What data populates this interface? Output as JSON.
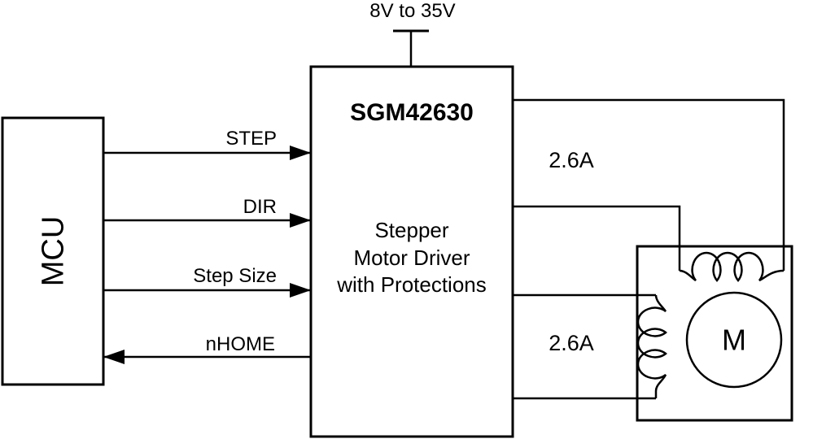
{
  "diagram": {
    "power": {
      "label": "8V to 35V"
    },
    "mcu": {
      "label": "MCU"
    },
    "driver": {
      "part_number": "SGM42630",
      "description": [
        "Stepper",
        "Motor Driver",
        "with Protections"
      ]
    },
    "signals": {
      "step": {
        "label": "STEP",
        "direction": "mcu-to-driver"
      },
      "dir": {
        "label": "DIR",
        "direction": "mcu-to-driver"
      },
      "step_size": {
        "label": "Step Size",
        "direction": "mcu-to-driver"
      },
      "nhome": {
        "label": "nHOME",
        "direction": "driver-to-mcu"
      }
    },
    "outputs": {
      "phase_a_current": "2.6A",
      "phase_b_current": "2.6A"
    },
    "motor": {
      "label": "M"
    },
    "colors": {
      "line": "#000000",
      "background": "#ffffff"
    }
  }
}
